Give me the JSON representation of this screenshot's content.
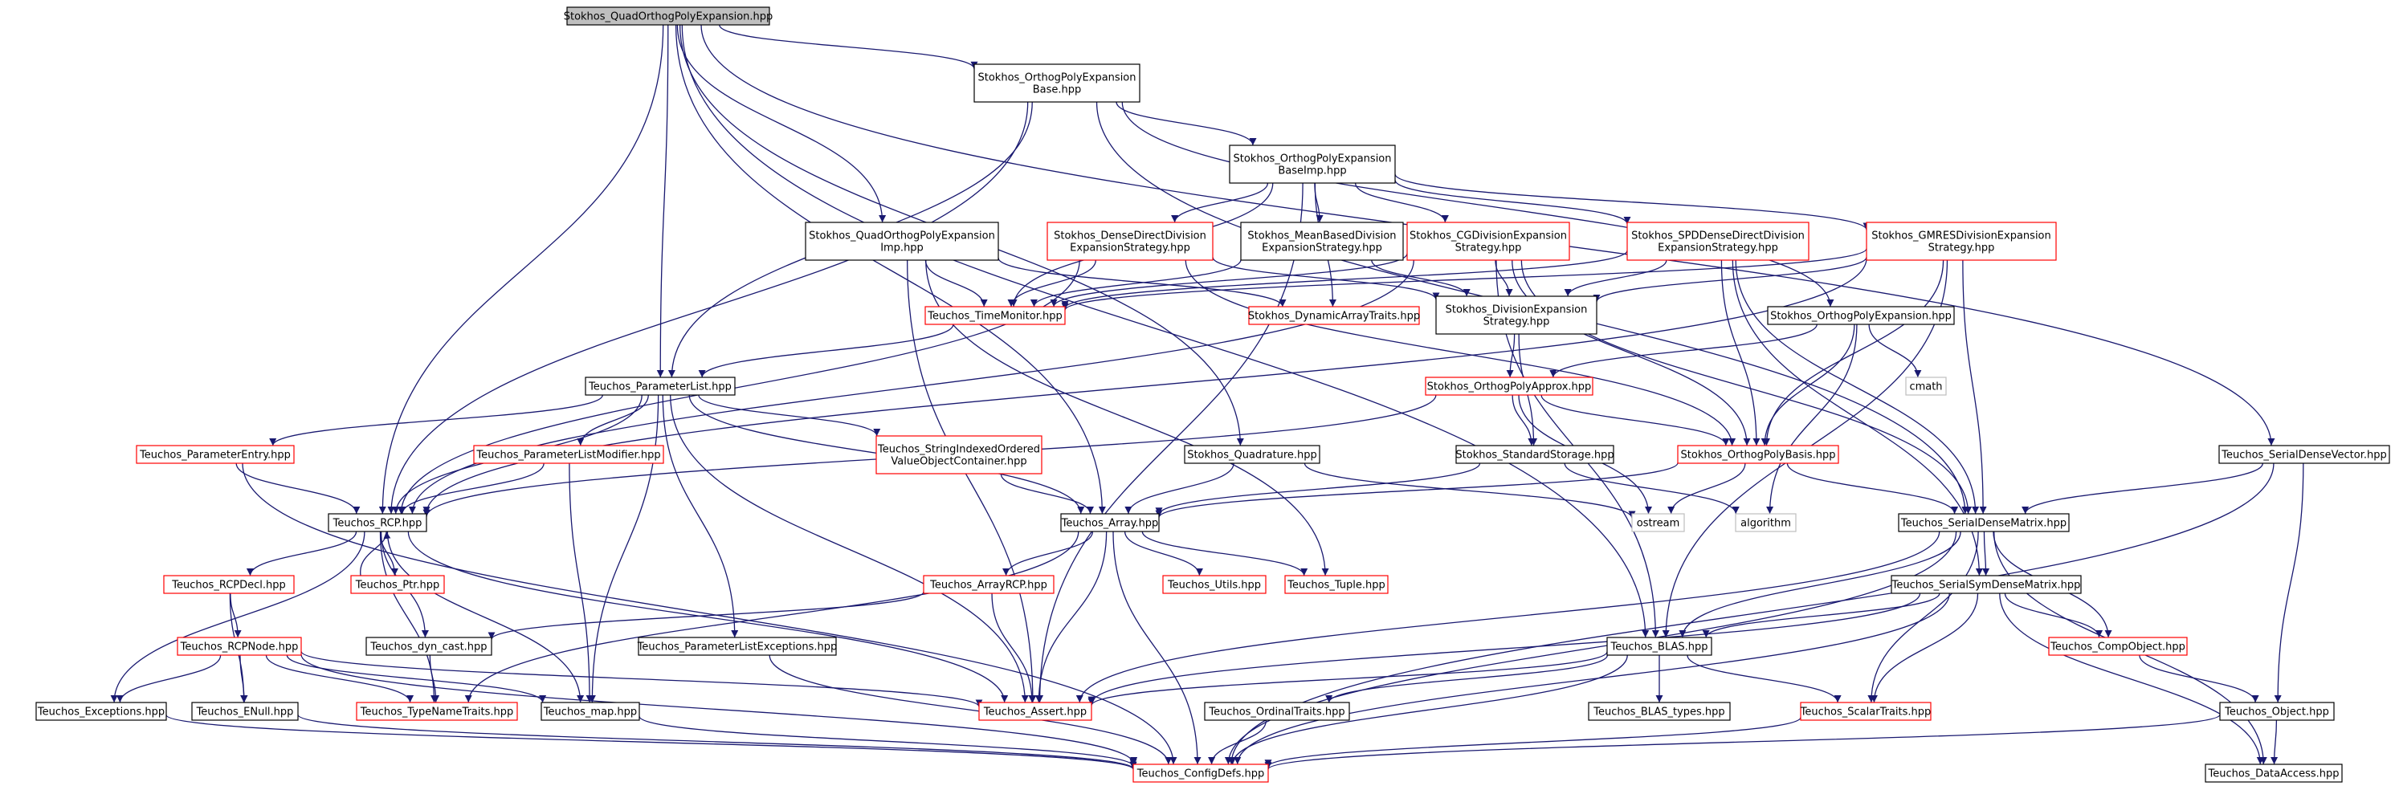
{
  "graph": {
    "nodes": {
      "quadorthog": {
        "lines": [
          "Stokhos_QuadOrthogPolyExpansion.hpp"
        ],
        "style": "root",
        "clickable": true
      },
      "opebase": {
        "lines": [
          "Stokhos_OrthogPolyExpansion",
          "Base.hpp"
        ],
        "style": "black",
        "clickable": true
      },
      "opebaseimp": {
        "lines": [
          "Stokhos_OrthogPolyExpansion",
          "BaseImp.hpp"
        ],
        "style": "black",
        "clickable": true
      },
      "quadimp": {
        "lines": [
          "Stokhos_QuadOrthogPolyExpansion",
          "Imp.hpp"
        ],
        "style": "black",
        "clickable": true
      },
      "densedirect": {
        "lines": [
          "Stokhos_DenseDirectDivision",
          "ExpansionStrategy.hpp"
        ],
        "style": "red",
        "clickable": true
      },
      "meanbased": {
        "lines": [
          "Stokhos_MeanBasedDivision",
          "ExpansionStrategy.hpp"
        ],
        "style": "black",
        "clickable": true
      },
      "cgdiv": {
        "lines": [
          "Stokhos_CGDivisionExpansion",
          "Strategy.hpp"
        ],
        "style": "red",
        "clickable": true
      },
      "spddense": {
        "lines": [
          "Stokhos_SPDDenseDirectDivision",
          "ExpansionStrategy.hpp"
        ],
        "style": "red",
        "clickable": true
      },
      "gmres": {
        "lines": [
          "Stokhos_GMRESDivisionExpansion",
          "Strategy.hpp"
        ],
        "style": "red",
        "clickable": true
      },
      "timemonitor": {
        "lines": [
          "Teuchos_TimeMonitor.hpp"
        ],
        "style": "red",
        "clickable": true
      },
      "dynarray": {
        "lines": [
          "Stokhos_DynamicArrayTraits.hpp"
        ],
        "style": "red",
        "clickable": true
      },
      "divexp": {
        "lines": [
          "Stokhos_DivisionExpansion",
          "Strategy.hpp"
        ],
        "style": "black",
        "clickable": true
      },
      "orthogpolyexp": {
        "lines": [
          "Stokhos_OrthogPolyExpansion.hpp"
        ],
        "style": "black",
        "clickable": true
      },
      "cmath": {
        "lines": [
          "cmath"
        ],
        "style": "gray",
        "clickable": false
      },
      "paramlist": {
        "lines": [
          "Teuchos_ParameterList.hpp"
        ],
        "style": "black",
        "clickable": true
      },
      "orthogpolyapprox": {
        "lines": [
          "Stokhos_OrthogPolyApprox.hpp"
        ],
        "style": "red",
        "clickable": true
      },
      "paramentry": {
        "lines": [
          "Teuchos_ParameterEntry.hpp"
        ],
        "style": "red",
        "clickable": true
      },
      "paramlistmod": {
        "lines": [
          "Teuchos_ParameterListModifier.hpp"
        ],
        "style": "red",
        "clickable": true
      },
      "strindexed": {
        "lines": [
          "Teuchos_StringIndexedOrdered",
          "ValueObjectContainer.hpp"
        ],
        "style": "red",
        "clickable": true
      },
      "quadrature": {
        "lines": [
          "Stokhos_Quadrature.hpp"
        ],
        "style": "black",
        "clickable": true
      },
      "stdstorage": {
        "lines": [
          "Stokhos_StandardStorage.hpp"
        ],
        "style": "black",
        "clickable": true
      },
      "orthogpolybasis": {
        "lines": [
          "Stokhos_OrthogPolyBasis.hpp"
        ],
        "style": "red",
        "clickable": true
      },
      "serialdensevec": {
        "lines": [
          "Teuchos_SerialDenseVector.hpp"
        ],
        "style": "black",
        "clickable": true
      },
      "rcp": {
        "lines": [
          "Teuchos_RCP.hpp"
        ],
        "style": "black",
        "clickable": true
      },
      "array": {
        "lines": [
          "Teuchos_Array.hpp"
        ],
        "style": "black",
        "clickable": true
      },
      "ostream": {
        "lines": [
          "ostream"
        ],
        "style": "gray",
        "clickable": false
      },
      "algorithm": {
        "lines": [
          "algorithm"
        ],
        "style": "gray",
        "clickable": false
      },
      "serialdensemat": {
        "lines": [
          "Teuchos_SerialDenseMatrix.hpp"
        ],
        "style": "black",
        "clickable": true
      },
      "rcpdecl": {
        "lines": [
          "Teuchos_RCPDecl.hpp"
        ],
        "style": "red",
        "clickable": true
      },
      "ptr": {
        "lines": [
          "Teuchos_Ptr.hpp"
        ],
        "style": "red",
        "clickable": true
      },
      "arrayrcp": {
        "lines": [
          "Teuchos_ArrayRCP.hpp"
        ],
        "style": "red",
        "clickable": true
      },
      "utils": {
        "lines": [
          "Teuchos_Utils.hpp"
        ],
        "style": "red",
        "clickable": true
      },
      "tuple": {
        "lines": [
          "Teuchos_Tuple.hpp"
        ],
        "style": "red",
        "clickable": true
      },
      "serialsym": {
        "lines": [
          "Teuchos_SerialSymDenseMatrix.hpp"
        ],
        "style": "black",
        "clickable": true
      },
      "rcpnode": {
        "lines": [
          "Teuchos_RCPNode.hpp"
        ],
        "style": "red",
        "clickable": true
      },
      "dyncast": {
        "lines": [
          "Teuchos_dyn_cast.hpp"
        ],
        "style": "black",
        "clickable": true
      },
      "paramlistexc": {
        "lines": [
          "Teuchos_ParameterListExceptions.hpp"
        ],
        "style": "black",
        "clickable": true
      },
      "blas": {
        "lines": [
          "Teuchos_BLAS.hpp"
        ],
        "style": "black",
        "clickable": true
      },
      "compobject": {
        "lines": [
          "Teuchos_CompObject.hpp"
        ],
        "style": "red",
        "clickable": true
      },
      "exceptions": {
        "lines": [
          "Teuchos_Exceptions.hpp"
        ],
        "style": "black",
        "clickable": true
      },
      "enull": {
        "lines": [
          "Teuchos_ENull.hpp"
        ],
        "style": "black",
        "clickable": true
      },
      "typename": {
        "lines": [
          "Teuchos_TypeNameTraits.hpp"
        ],
        "style": "red",
        "clickable": true
      },
      "map": {
        "lines": [
          "Teuchos_map.hpp"
        ],
        "style": "black",
        "clickable": true
      },
      "assert": {
        "lines": [
          "Teuchos_Assert.hpp"
        ],
        "style": "red",
        "clickable": true
      },
      "ordinal": {
        "lines": [
          "Teuchos_OrdinalTraits.hpp"
        ],
        "style": "black",
        "clickable": true
      },
      "blastypes": {
        "lines": [
          "Teuchos_BLAS_types.hpp"
        ],
        "style": "black",
        "clickable": true
      },
      "scalartraits": {
        "lines": [
          "Teuchos_ScalarTraits.hpp"
        ],
        "style": "red",
        "clickable": true
      },
      "object": {
        "lines": [
          "Teuchos_Object.hpp"
        ],
        "style": "black",
        "clickable": true
      },
      "configdefs": {
        "lines": [
          "Teuchos_ConfigDefs.hpp"
        ],
        "style": "red",
        "clickable": true
      },
      "dataaccess": {
        "lines": [
          "Teuchos_DataAccess.hpp"
        ],
        "style": "black",
        "clickable": true
      }
    },
    "edges": [
      [
        "quadorthog",
        "opebase"
      ],
      [
        "quadorthog",
        "quadimp"
      ],
      [
        "quadorthog",
        "rcp"
      ],
      [
        "quadorthog",
        "array"
      ],
      [
        "quadorthog",
        "paramlist"
      ],
      [
        "quadorthog",
        "serialdensevec"
      ],
      [
        "quadorthog",
        "quadrature"
      ],
      [
        "quadorthog",
        "blas"
      ],
      [
        "opebase",
        "opebaseimp"
      ],
      [
        "opebase",
        "rcp"
      ],
      [
        "opebase",
        "paramlist"
      ],
      [
        "opebase",
        "orthogpolyexp"
      ],
      [
        "opebase",
        "serialdensemat"
      ],
      [
        "opebaseimp",
        "timemonitor"
      ],
      [
        "opebaseimp",
        "densedirect"
      ],
      [
        "opebaseimp",
        "meanbased"
      ],
      [
        "opebaseimp",
        "cgdiv"
      ],
      [
        "opebaseimp",
        "spddense"
      ],
      [
        "opebaseimp",
        "gmres"
      ],
      [
        "opebaseimp",
        "assert"
      ],
      [
        "opebaseimp",
        "dynarray"
      ],
      [
        "quadimp",
        "timemonitor"
      ],
      [
        "quadimp",
        "dynarray"
      ],
      [
        "quadimp",
        "assert"
      ],
      [
        "quadimp",
        "tuple"
      ],
      [
        "densedirect",
        "timemonitor"
      ],
      [
        "densedirect",
        "divexp"
      ],
      [
        "densedirect",
        "rcp"
      ],
      [
        "densedirect",
        "orthogpolybasis"
      ],
      [
        "meanbased",
        "divexp"
      ],
      [
        "meanbased",
        "timemonitor"
      ],
      [
        "cgdiv",
        "divexp"
      ],
      [
        "cgdiv",
        "timemonitor"
      ],
      [
        "cgdiv",
        "orthogpolybasis"
      ],
      [
        "cgdiv",
        "rcp"
      ],
      [
        "cgdiv",
        "serialdensemat"
      ],
      [
        "cgdiv",
        "blas"
      ],
      [
        "spddense",
        "divexp"
      ],
      [
        "spddense",
        "timemonitor"
      ],
      [
        "spddense",
        "orthogpolybasis"
      ],
      [
        "spddense",
        "serialsym"
      ],
      [
        "spddense",
        "serialdensemat"
      ],
      [
        "gmres",
        "divexp"
      ],
      [
        "gmres",
        "timemonitor"
      ],
      [
        "gmres",
        "orthogpolybasis"
      ],
      [
        "gmres",
        "serialdensemat"
      ],
      [
        "gmres",
        "blas"
      ],
      [
        "gmres",
        "rcp"
      ],
      [
        "timemonitor",
        "paramlist"
      ],
      [
        "divexp",
        "orthogpolyapprox"
      ],
      [
        "divexp",
        "stdstorage"
      ],
      [
        "orthogpolyexp",
        "orthogpolyapprox"
      ],
      [
        "orthogpolyexp",
        "orthogpolybasis"
      ],
      [
        "orthogpolyexp",
        "cmath"
      ],
      [
        "orthogpolyexp",
        "algorithm"
      ],
      [
        "paramlist",
        "paramentry"
      ],
      [
        "paramlist",
        "paramlistmod"
      ],
      [
        "paramlist",
        "strindexed"
      ],
      [
        "paramlist",
        "rcp"
      ],
      [
        "paramlist",
        "array"
      ],
      [
        "paramlist",
        "paramlistexc"
      ],
      [
        "paramlist",
        "map"
      ],
      [
        "paramlist",
        "assert"
      ],
      [
        "orthogpolyapprox",
        "stdstorage"
      ],
      [
        "orthogpolyapprox",
        "orthogpolybasis"
      ],
      [
        "orthogpolyapprox",
        "ostream"
      ],
      [
        "orthogpolyapprox",
        "rcp"
      ],
      [
        "paramentry",
        "rcp"
      ],
      [
        "paramentry",
        "configdefs"
      ],
      [
        "paramlistmod",
        "rcp"
      ],
      [
        "paramlistmod",
        "map"
      ],
      [
        "strindexed",
        "array"
      ],
      [
        "quadrature",
        "array"
      ],
      [
        "quadrature",
        "ostream"
      ],
      [
        "stdstorage",
        "array"
      ],
      [
        "stdstorage",
        "algorithm"
      ],
      [
        "orthogpolybasis",
        "array"
      ],
      [
        "orthogpolybasis",
        "ostream"
      ],
      [
        "orthogpolybasis",
        "serialdensemat"
      ],
      [
        "serialdensevec",
        "serialdensemat"
      ],
      [
        "serialdensevec",
        "object"
      ],
      [
        "serialdensevec",
        "configdefs"
      ],
      [
        "rcp",
        "rcpdecl"
      ],
      [
        "rcp",
        "ptr"
      ],
      [
        "rcp",
        "dyncast"
      ],
      [
        "rcp",
        "map"
      ],
      [
        "rcp",
        "assert"
      ],
      [
        "rcp",
        "exceptions"
      ],
      [
        "rcp",
        "typename"
      ],
      [
        "array",
        "arrayrcp"
      ],
      [
        "array",
        "utils"
      ],
      [
        "array",
        "tuple"
      ],
      [
        "array",
        "assert"
      ],
      [
        "array",
        "configdefs"
      ],
      [
        "array",
        "typename"
      ],
      [
        "serialdensemat",
        "serialsym"
      ],
      [
        "serialdensemat",
        "blas"
      ],
      [
        "serialdensemat",
        "compobject"
      ],
      [
        "serialdensemat",
        "scalartraits"
      ],
      [
        "serialdensemat",
        "assert"
      ],
      [
        "serialdensemat",
        "configdefs"
      ],
      [
        "serialdensemat",
        "dataaccess"
      ],
      [
        "rcpdecl",
        "rcpnode"
      ],
      [
        "rcpdecl",
        "enull"
      ],
      [
        "ptr",
        "rcp"
      ],
      [
        "arrayrcp",
        "dyncast"
      ],
      [
        "arrayrcp",
        "assert"
      ],
      [
        "serialsym",
        "blas"
      ],
      [
        "serialsym",
        "compobject"
      ],
      [
        "serialsym",
        "scalartraits"
      ],
      [
        "serialsym",
        "assert"
      ],
      [
        "serialsym",
        "configdefs"
      ],
      [
        "serialsym",
        "dataaccess"
      ],
      [
        "rcpnode",
        "exceptions"
      ],
      [
        "rcpnode",
        "enull"
      ],
      [
        "rcpnode",
        "typename"
      ],
      [
        "rcpnode",
        "map"
      ],
      [
        "rcpnode",
        "assert"
      ],
      [
        "rcpnode",
        "configdefs"
      ],
      [
        "dyncast",
        "typename"
      ],
      [
        "paramlistexc",
        "configdefs"
      ],
      [
        "blas",
        "assert"
      ],
      [
        "blas",
        "ordinal"
      ],
      [
        "blas",
        "blastypes"
      ],
      [
        "blas",
        "scalartraits"
      ],
      [
        "blas",
        "configdefs"
      ],
      [
        "compobject",
        "object"
      ],
      [
        "exceptions",
        "configdefs"
      ],
      [
        "enull",
        "configdefs"
      ],
      [
        "map",
        "configdefs"
      ],
      [
        "ordinal",
        "configdefs"
      ],
      [
        "scalartraits",
        "configdefs"
      ],
      [
        "object",
        "configdefs"
      ],
      [
        "object",
        "dataaccess"
      ]
    ]
  }
}
